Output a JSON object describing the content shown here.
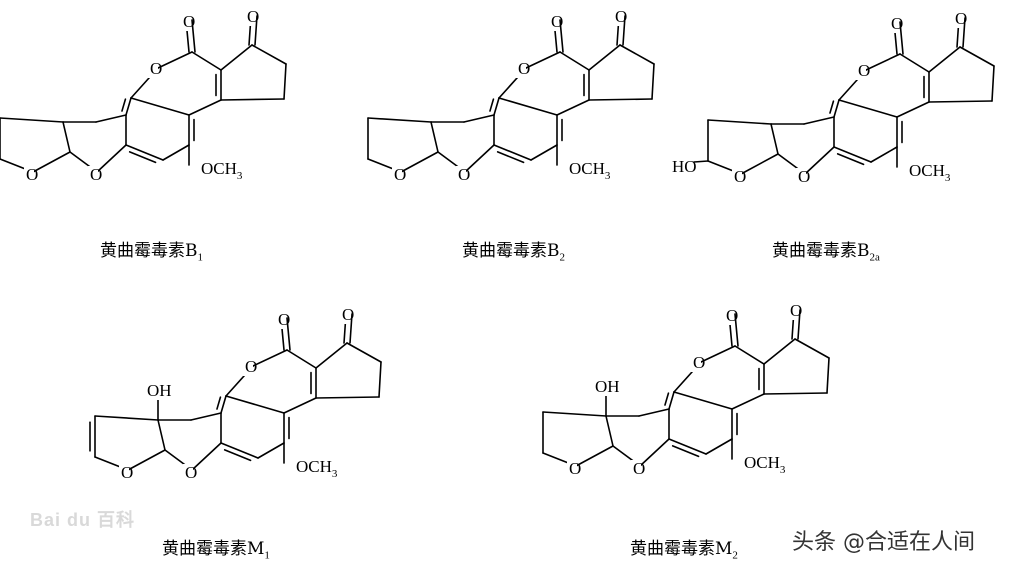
{
  "compounds": [
    {
      "name": "黄曲霉毒素",
      "sub": "1",
      "letter": "B",
      "ring": "furan-double",
      "subst": "none"
    },
    {
      "name": "黄曲霉毒素",
      "sub": "2",
      "letter": "B",
      "ring": "furan-single",
      "subst": "none"
    },
    {
      "name": "黄曲霉毒素",
      "sub": "2a",
      "letter": "B",
      "ring": "furan-single",
      "subst": "HO"
    },
    {
      "name": "黄曲霉毒素",
      "sub": "1",
      "letter": "M",
      "ring": "furan-double",
      "subst": "OH"
    },
    {
      "name": "黄曲霉毒素",
      "sub": "2",
      "letter": "M",
      "ring": "furan-single",
      "subst": "OH"
    }
  ],
  "atom_labels": {
    "o": "O",
    "och3": "OCH",
    "och3_sub": "3",
    "oh": "OH",
    "ho": "HO"
  },
  "watermark": {
    "brand": "Bai du 百科",
    "credit": "头条 @合适在人间"
  },
  "colors": {
    "ink": "#000000",
    "watermark": "#d9d9d9",
    "credit": "#333333"
  }
}
